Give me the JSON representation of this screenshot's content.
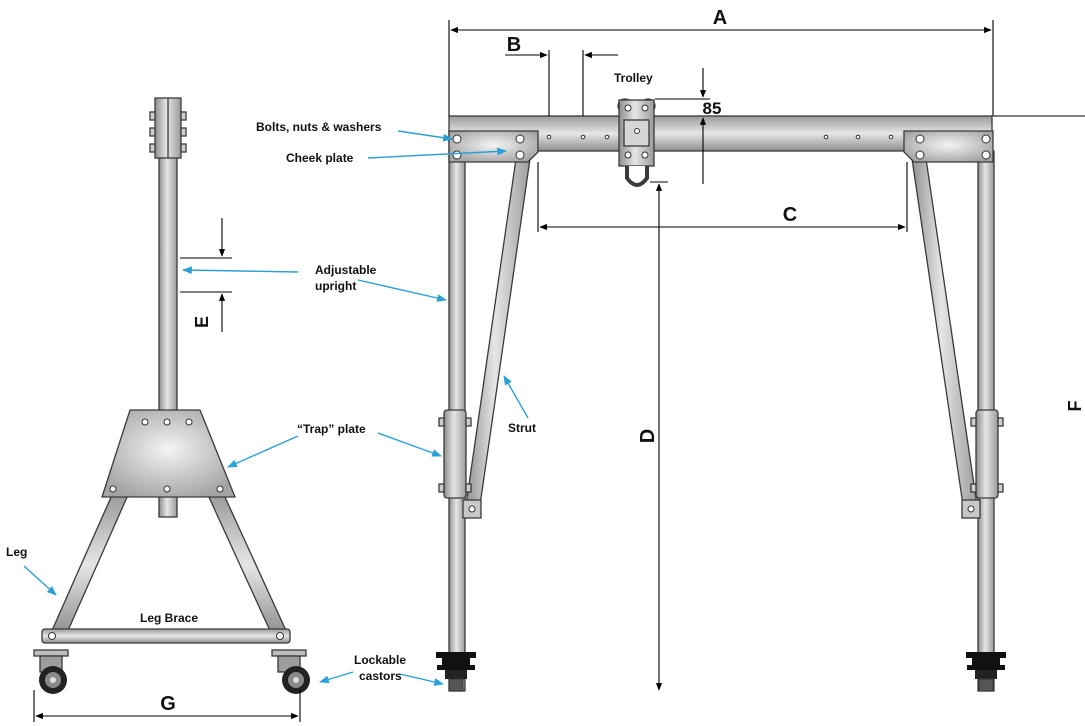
{
  "colors": {
    "steel_light": "#e6e6e6",
    "steel_mid": "#b4b4b4",
    "steel_dark": "#8e8e8e",
    "outline": "#3a3a3a",
    "leader": "#2a9fd8",
    "castor_black": "#111111"
  },
  "dimensions": {
    "a": "A",
    "b": "B",
    "c": "C",
    "d": "D",
    "e": "E",
    "f": "F",
    "g": "G",
    "trolley_gap": "85"
  },
  "labels": {
    "trolley": "Trolley",
    "bolts": "Bolts, nuts & washers",
    "cheek_plate": "Cheek plate",
    "adjustable_upright_1": "Adjustable",
    "adjustable_upright_2": "upright",
    "trap_plate": "“Trap” plate",
    "strut": "Strut",
    "leg": "Leg",
    "leg_brace": "Leg Brace",
    "castors_1": "Lockable",
    "castors_2": "castors"
  }
}
